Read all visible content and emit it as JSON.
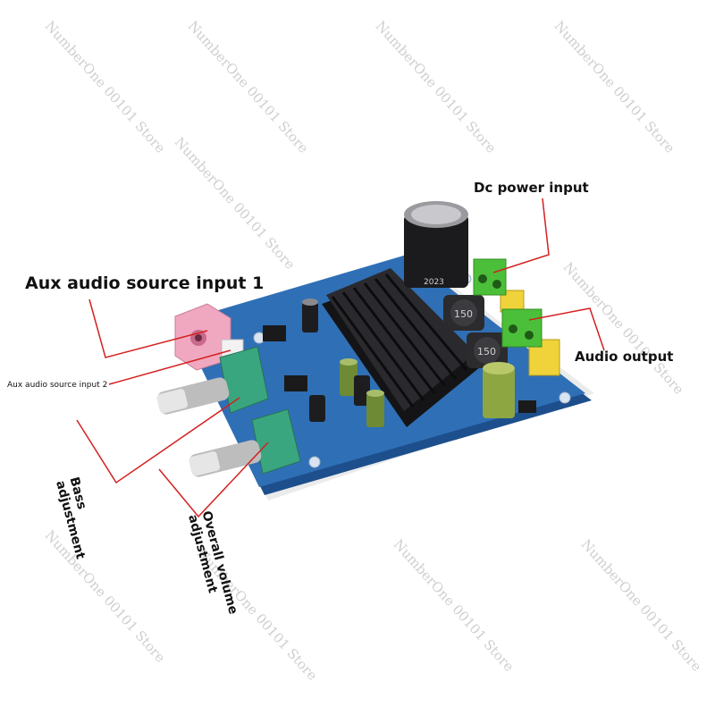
{
  "labels": {
    "aux_input_1": "Aux audio source input 1",
    "aux_input_2": "Aux audio source input 2",
    "dc_power_input": "Dc power input",
    "audio_output": "Audio output",
    "bass_line1": "Bass",
    "bass_line2": "adjustment",
    "volume_line1": "Overall volume",
    "volume_line2": "adjustment"
  },
  "watermark": "NumberOne 00101 Store",
  "inductor_marking": "150",
  "capacitor_marking": "2023",
  "colors": {
    "pcb": "#2f6fb5",
    "pcb_edge": "#1d4f8c",
    "heatsink": "#1c1c1e",
    "terminal": "#4cbf3a",
    "capacitor_yellow": "#f0d23a",
    "potentiometer": "#3aa67f",
    "aux_jack": "#f0a8c0",
    "annotation_line": "#d42020"
  }
}
